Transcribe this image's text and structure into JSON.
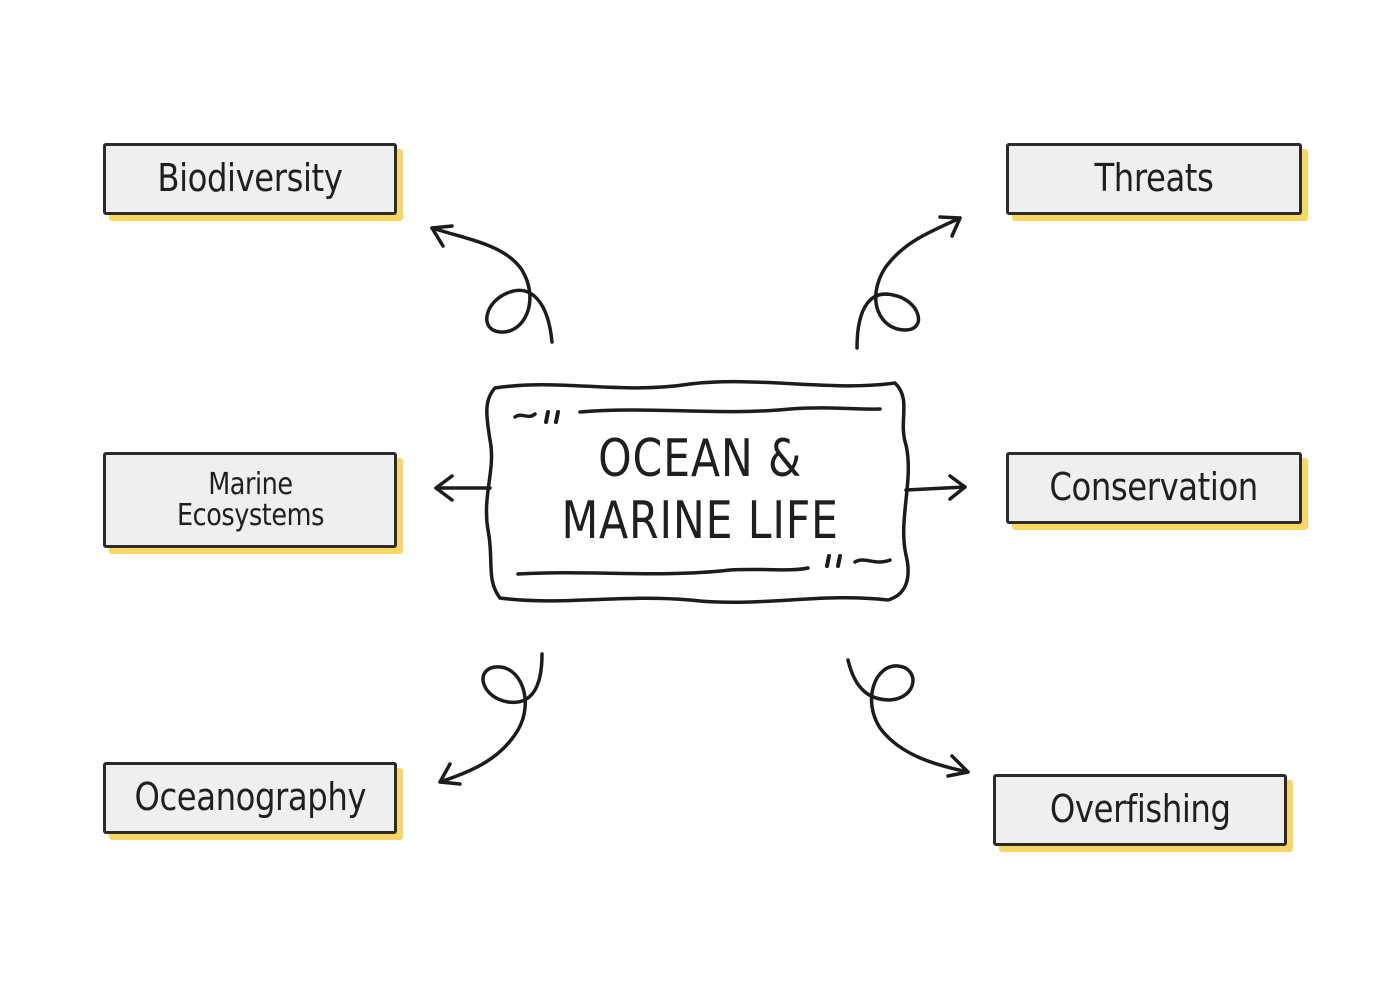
{
  "diagram": {
    "center": {
      "title": "OCEAN &\nMARINE LIFE"
    },
    "nodes": {
      "biodiversity": "Biodiversity",
      "marine_ecosystems": "Marine\nEcosystems",
      "oceanography": "Oceanography",
      "threats": "Threats",
      "conservation": "Conservation",
      "overfishing": "Overfishing"
    },
    "colors": {
      "box_fill": "#efefef",
      "outline": "#2b2b2b",
      "shadow": "#f8d862",
      "text": "#1f1f1f"
    }
  }
}
